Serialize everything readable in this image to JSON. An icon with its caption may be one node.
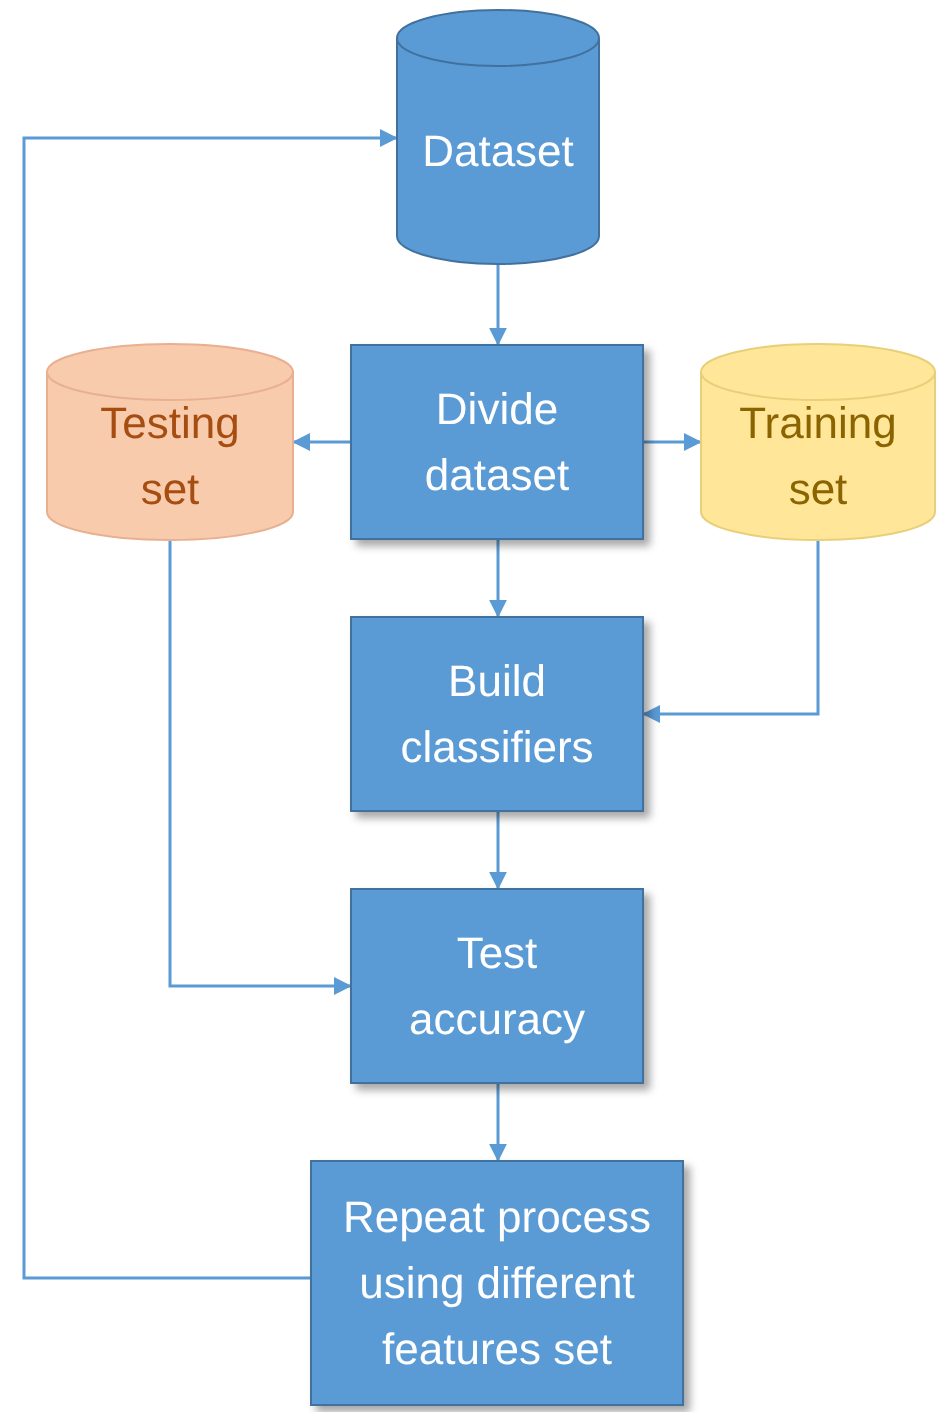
{
  "diagram": {
    "nodes": [
      {
        "text": [
          "Dataset"
        ]
      },
      {
        "text": [
          "Divide dataset"
        ]
      },
      {
        "text": [
          "Testing set"
        ]
      },
      {
        "text": [
          "Training set"
        ]
      },
      {
        "text": [
          "Build classifiers"
        ]
      },
      {
        "text": [
          "Test accuracy"
        ]
      },
      {
        "text": [
          "Repeat process using different features set"
        ]
      }
    ],
    "edges": [
      {
        "from": 0,
        "to": 1,
        "arrow": "to"
      },
      {
        "from": 1,
        "to": 2,
        "arrow": "to"
      },
      {
        "from": 1,
        "to": 3,
        "arrow": "to"
      },
      {
        "from": 1,
        "to": 4,
        "arrow": "to"
      },
      {
        "from": 3,
        "to": 4,
        "arrow": "to"
      },
      {
        "from": 2,
        "to": 5,
        "arrow": "to"
      },
      {
        "from": 4,
        "to": 5,
        "arrow": "to"
      },
      {
        "from": 5,
        "to": 6,
        "arrow": "to"
      },
      {
        "from": 6,
        "to": 0,
        "arrow": "to"
      }
    ]
  }
}
